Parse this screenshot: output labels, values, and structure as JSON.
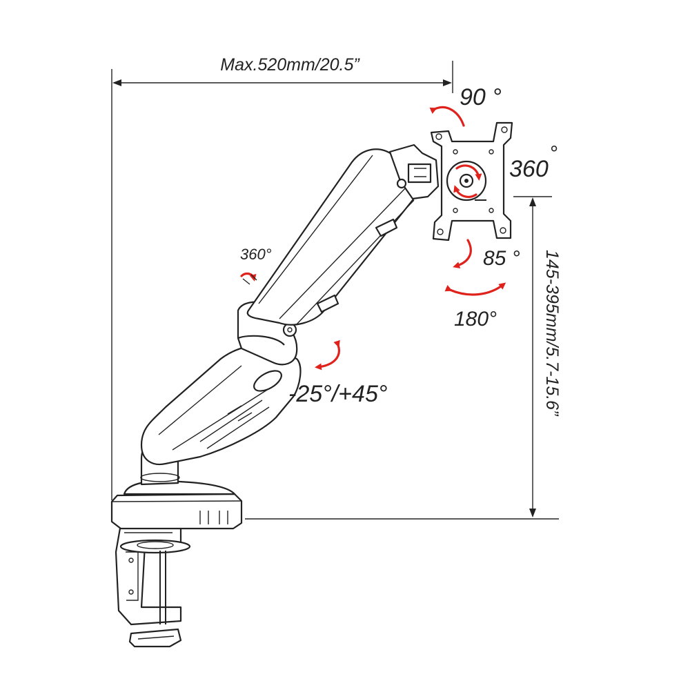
{
  "labels": {
    "max_reach": "Max.520mm/20.5”",
    "tilt_top": "90 °",
    "rotate_plate": "360",
    "rotate_plate_deg": "°",
    "swivel_arm": "360°",
    "tilt_down": "85 °",
    "swivel_head": "180°",
    "arm_tilt": "-25°/+45°",
    "height_range": "145-395mm/5.7-15.6”"
  },
  "colors": {
    "line": "#222222",
    "arrow": "#e0221c",
    "background": "#ffffff"
  },
  "icons": [
    "rotation-arrow-icon",
    "swivel-arrow-icon",
    "dimension-arrow-icon"
  ]
}
